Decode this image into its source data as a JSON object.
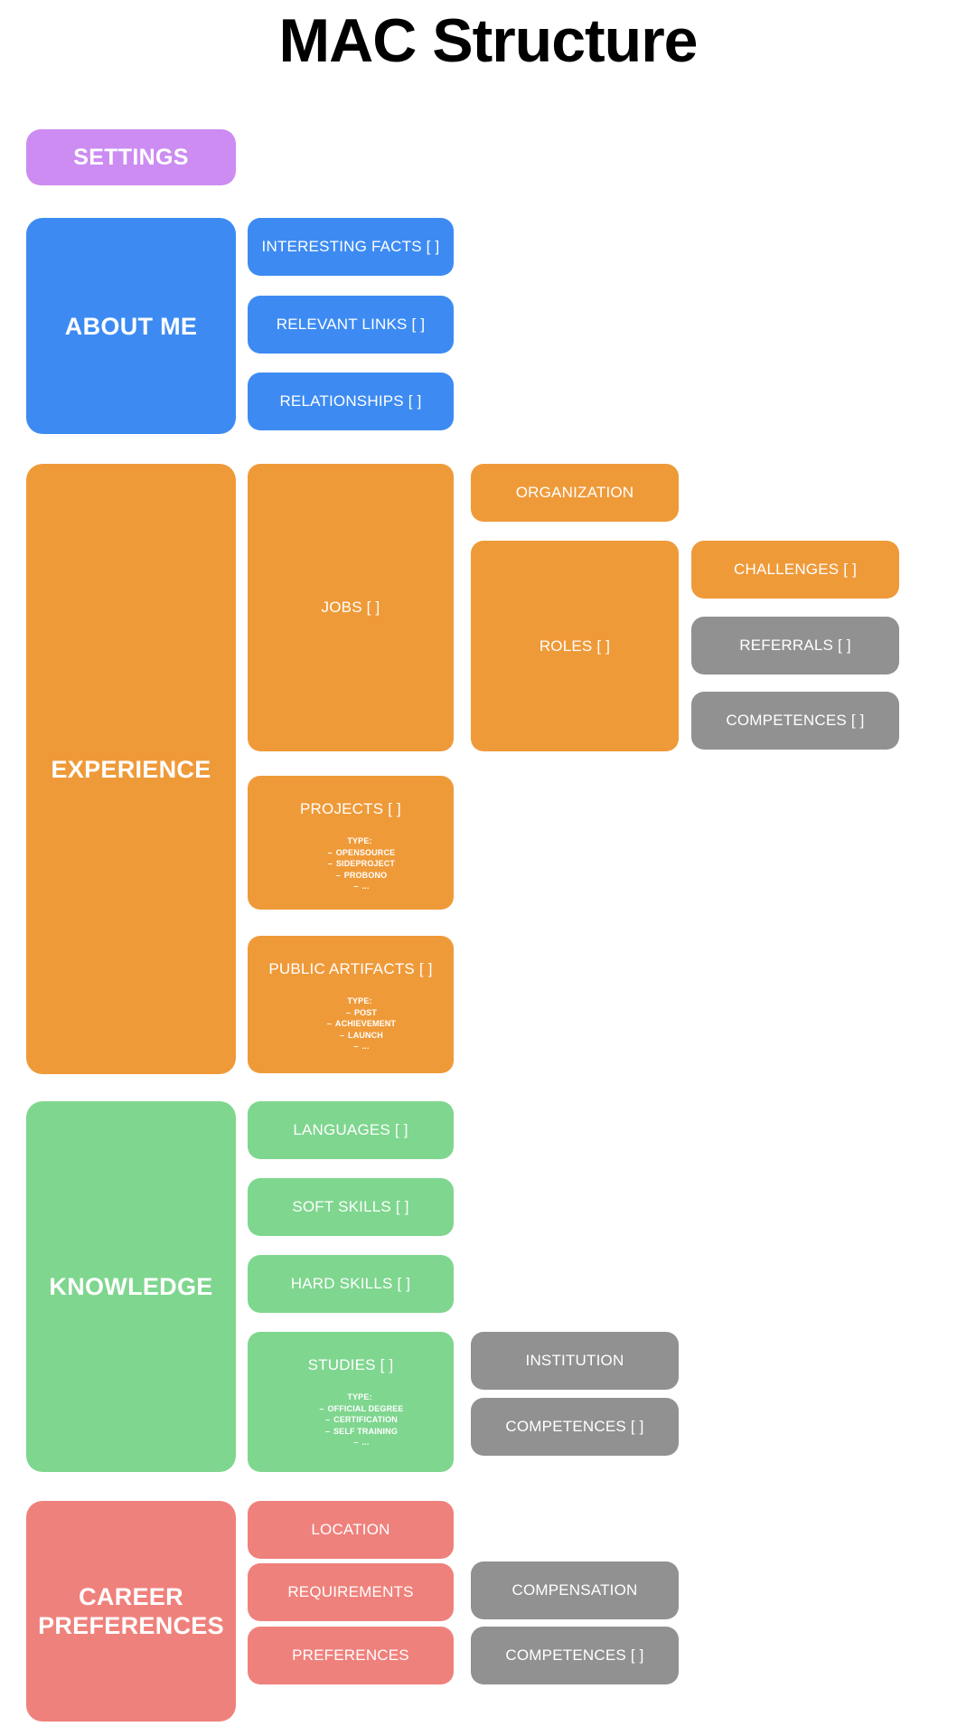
{
  "title": "MAC Structure",
  "colors": {
    "settings": "#cc8cf2",
    "about_me": "#3d8bf2",
    "experience": "#ef9a39",
    "knowledge": "#7fd68f",
    "career_preferences": "#ef817c",
    "secondary": "#919191",
    "background": "#ffffff",
    "text_on_node": "#ffffff",
    "title": "#000000"
  },
  "sections": {
    "settings": {
      "label": "SETTINGS"
    },
    "about_me": {
      "label": "ABOUT ME",
      "children": [
        {
          "label": "INTERESTING FACTS [ ]"
        },
        {
          "label": "RELEVANT LINKS [ ]"
        },
        {
          "label": "RELATIONSHIPS [ ]"
        }
      ]
    },
    "experience": {
      "label": "EXPERIENCE",
      "jobs": {
        "label": "JOBS [ ]"
      },
      "organization": {
        "label": "ORGANIZATION"
      },
      "roles": {
        "label": "ROLES [ ]"
      },
      "challenges": {
        "label": "CHALLENGES [ ]"
      },
      "referrals": {
        "label": "REFERRALS [ ]"
      },
      "competences": {
        "label": "COMPETENCES [ ]"
      },
      "projects": {
        "label": "PROJECTS [ ]",
        "type_label": "TYPE:",
        "types": [
          "OPENSOURCE",
          "SIDEPROJECT",
          "PROBONO",
          "..."
        ]
      },
      "public_artifacts": {
        "label": "PUBLIC ARTIFACTS [ ]",
        "type_label": "TYPE:",
        "types": [
          "POST",
          "ACHIEVEMENT",
          "LAUNCH",
          "..."
        ]
      }
    },
    "knowledge": {
      "label": "KNOWLEDGE",
      "languages": {
        "label": "LANGUAGES [ ]"
      },
      "soft_skills": {
        "label": "SOFT SKILLS [ ]"
      },
      "hard_skills": {
        "label": "HARD SKILLS [ ]"
      },
      "studies": {
        "label": "STUDIES [ ]",
        "type_label": "TYPE:",
        "types": [
          "OFFICIAL DEGREE",
          "CERTIFICATION",
          "SELF TRAINING",
          "..."
        ]
      },
      "institution": {
        "label": "INSTITUTION"
      },
      "competences": {
        "label": "COMPETENCES [ ]"
      }
    },
    "career_preferences": {
      "label": "CAREER\nPREFERENCES",
      "label_line1": "CAREER",
      "label_line2": "PREFERENCES",
      "location": {
        "label": "LOCATION"
      },
      "requirements": {
        "label": "REQUIREMENTS"
      },
      "preferences": {
        "label": "PREFERENCES"
      },
      "compensation": {
        "label": "COMPENSATION"
      },
      "competences": {
        "label": "COMPETENCES [ ]"
      }
    }
  }
}
